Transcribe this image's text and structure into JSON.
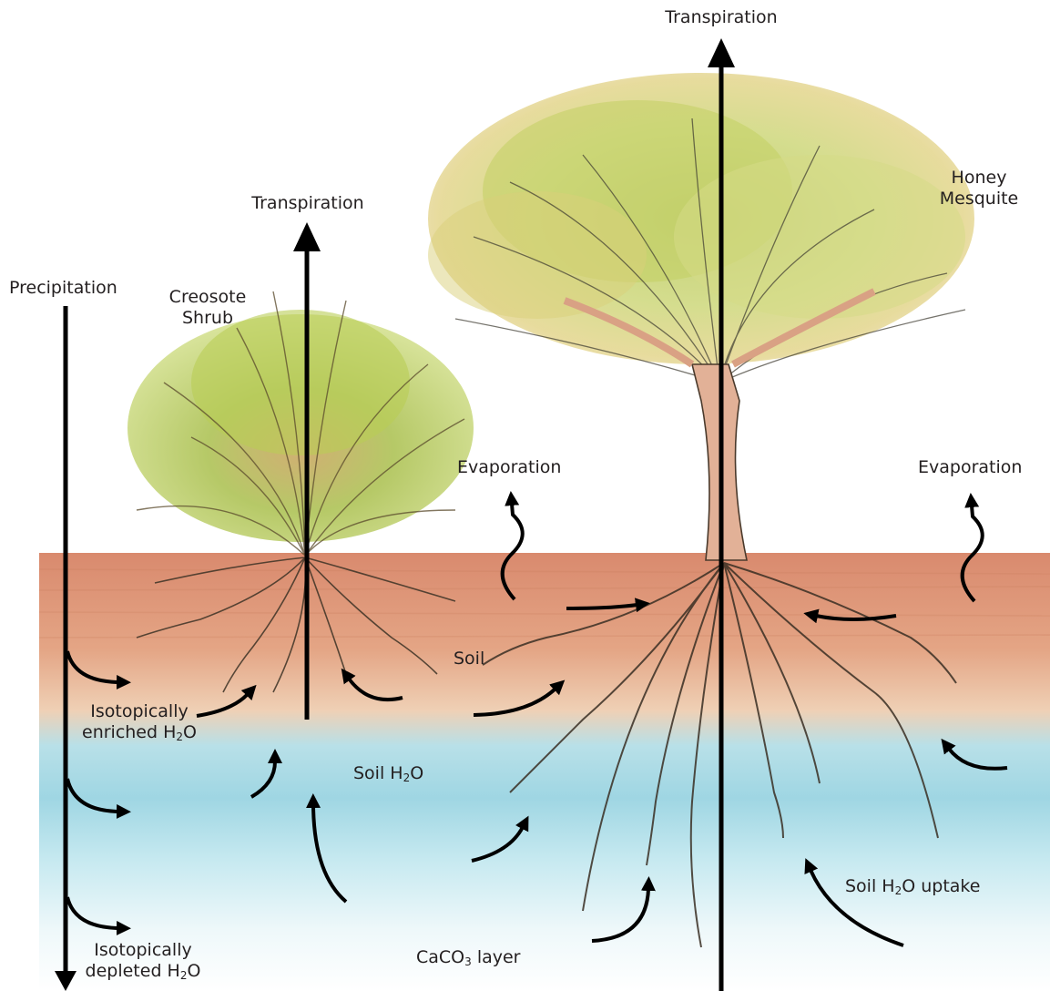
{
  "labels": {
    "transpiration_tree": "Transpiration",
    "transpiration_shrub": "Transpiration",
    "precipitation": "Precipitation",
    "creosote_line1": "Creosote",
    "creosote_line2": "Shrub",
    "mesquite_line1": "Honey",
    "mesquite_line2": "Mesquite",
    "evaporation_left": "Evaporation",
    "evaporation_right": "Evaporation",
    "soil": "Soil",
    "enriched_line1": "Isotopically",
    "enriched_line2_a": "enriched H",
    "enriched_sub": "2",
    "enriched_line2_b": "O",
    "soil_water_a": "Soil H",
    "soil_water_sub": "2",
    "soil_water_b": "O",
    "uptake_a": "Soil H",
    "uptake_sub": "2",
    "uptake_b": "O uptake",
    "depleted_line1": "Isotopically",
    "depleted_line2_a": "depleted H",
    "depleted_sub": "2",
    "depleted_line2_b": "O",
    "caco3_a": "CaCO",
    "caco3_sub": "3",
    "caco3_b": " layer"
  },
  "colors": {
    "soil_top": "#d98a6e",
    "soil_mid": "#eec7a9",
    "soil_water": "#9fd6e3",
    "soil_deep": "#e6f5f8",
    "shrub_foliage": "#b5c95a",
    "tree_foliage": "#c7d46e",
    "trunk": "#d9a184",
    "arrow": "#000000"
  },
  "icons": [
    "tree-icon",
    "shrub-icon",
    "root-system-icon",
    "arrow-icon",
    "wavy-arrow-icon"
  ]
}
